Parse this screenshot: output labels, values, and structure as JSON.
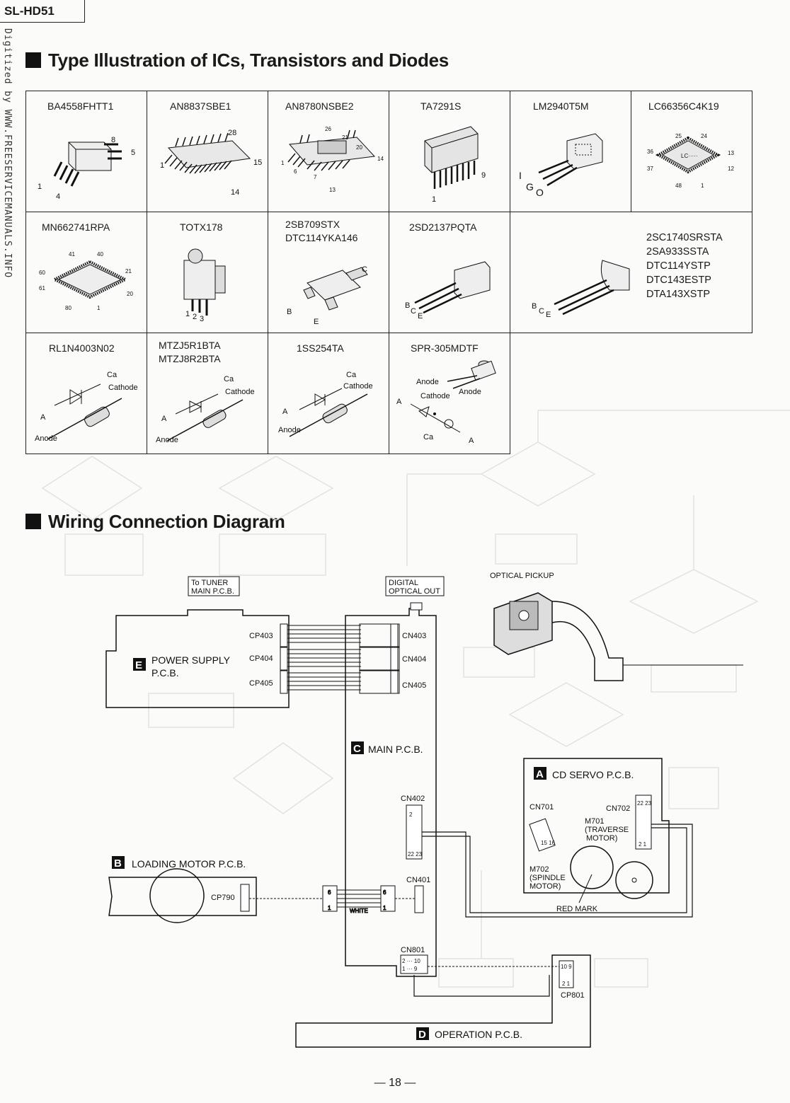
{
  "header": {
    "model": "SL-HD51"
  },
  "watermark": {
    "side_text": "Digitized by WWW.FREESERVICEMANUALS.INFO"
  },
  "sections": {
    "ic_title": "Type Illustration of ICs, Transistors and Diodes",
    "wiring_title": "Wiring Connection Diagram"
  },
  "components": {
    "row1": [
      "BA4558FHTT1",
      "AN8837SBE1",
      "AN8780NSBE2",
      "TA7291S",
      "LM2940T5M",
      "LC66356C4K19"
    ],
    "row2": [
      "MN662741RPA",
      "TOTX178",
      "2SB709STX\nDTC114YKA146",
      "2SD2137PQTA",
      "2SC1740SRSTA\n2SA933SSTA\nDTC114YSTP\nDTC143ESTP\nDTA143XSTP"
    ],
    "row3": [
      "RL1N4003N02",
      "MTZJ5R1BTA\nMTZJ8R2BTA",
      "1SS254TA",
      "SPR-305MDTF"
    ]
  },
  "pin_labels": {
    "ba4558": [
      "8",
      "5",
      "1",
      "4"
    ],
    "an8837": [
      "28",
      "1",
      "15",
      "14"
    ],
    "an8780": [
      "26",
      "21",
      "20",
      "14",
      "1",
      "6",
      "7",
      "13"
    ],
    "ta7291": [
      "9",
      "1"
    ],
    "lm2940": [
      "I",
      "G",
      "O"
    ],
    "lc66356": [
      "25",
      "24",
      "36",
      "13",
      "37",
      "12",
      "48",
      "1"
    ],
    "mn662741": [
      "41",
      "40",
      "60",
      "21",
      "61",
      "20",
      "80",
      "1"
    ],
    "totx178": [
      "1",
      "2",
      "3"
    ],
    "smd_transistor": [
      "C",
      "B",
      "E"
    ],
    "power_transistor": [
      "B",
      "C",
      "E"
    ],
    "small_transistor": [
      "B",
      "C",
      "E"
    ],
    "diode_labels": {
      "ca": "Ca",
      "cathode": "Cathode",
      "a": "A",
      "anode": "Anode"
    }
  },
  "wiring": {
    "power_supply": {
      "letter": "E",
      "label": "POWER SUPPLY",
      "label2": "P.C.B.",
      "connectors": [
        "CP403",
        "CP404",
        "CP405"
      ]
    },
    "main": {
      "letter": "C",
      "label": "MAIN P.C.B.",
      "connectors": [
        "CN403",
        "CN404",
        "CN405",
        "CN402",
        "CN401",
        "CN801"
      ]
    },
    "to_tuner": {
      "line1": "To TUNER",
      "line2": "MAIN P.C.B."
    },
    "digital_out": {
      "line1": "DIGITAL",
      "line2": "OPTICAL OUT"
    },
    "optical_pickup": "OPTICAL PICKUP",
    "cd_servo": {
      "letter": "A",
      "label": "CD SERVO P.C.B.",
      "cn701": "CN701",
      "cn702": "CN702",
      "m701": [
        "M701",
        "(TRAVERSE",
        "MOTOR)"
      ],
      "m702": [
        "M702",
        "(SPINDLE",
        "MOTOR)"
      ],
      "red_mark": "RED MARK"
    },
    "loading_motor": {
      "letter": "B",
      "label": "LOADING MOTOR P.C.B.",
      "connector": "CP790"
    },
    "operation": {
      "letter": "D",
      "label": "OPERATION P.C.B.",
      "connector": "CP801"
    },
    "white_label": "WHITE",
    "connector_pins": {
      "cn402_top": "2",
      "cn402_bottom": "22 23",
      "cn702_top": "22 23",
      "cn702_bottom": "2 1",
      "cn801_a": "2 ··· 10",
      "cn801_b": "1 ··· 9",
      "cp801_top": "10 9",
      "cp801_bottom": "2 1",
      "cn701_pins": "15 16",
      "six": "6",
      "one": "1"
    }
  },
  "footer": {
    "page": "— 18 —"
  }
}
